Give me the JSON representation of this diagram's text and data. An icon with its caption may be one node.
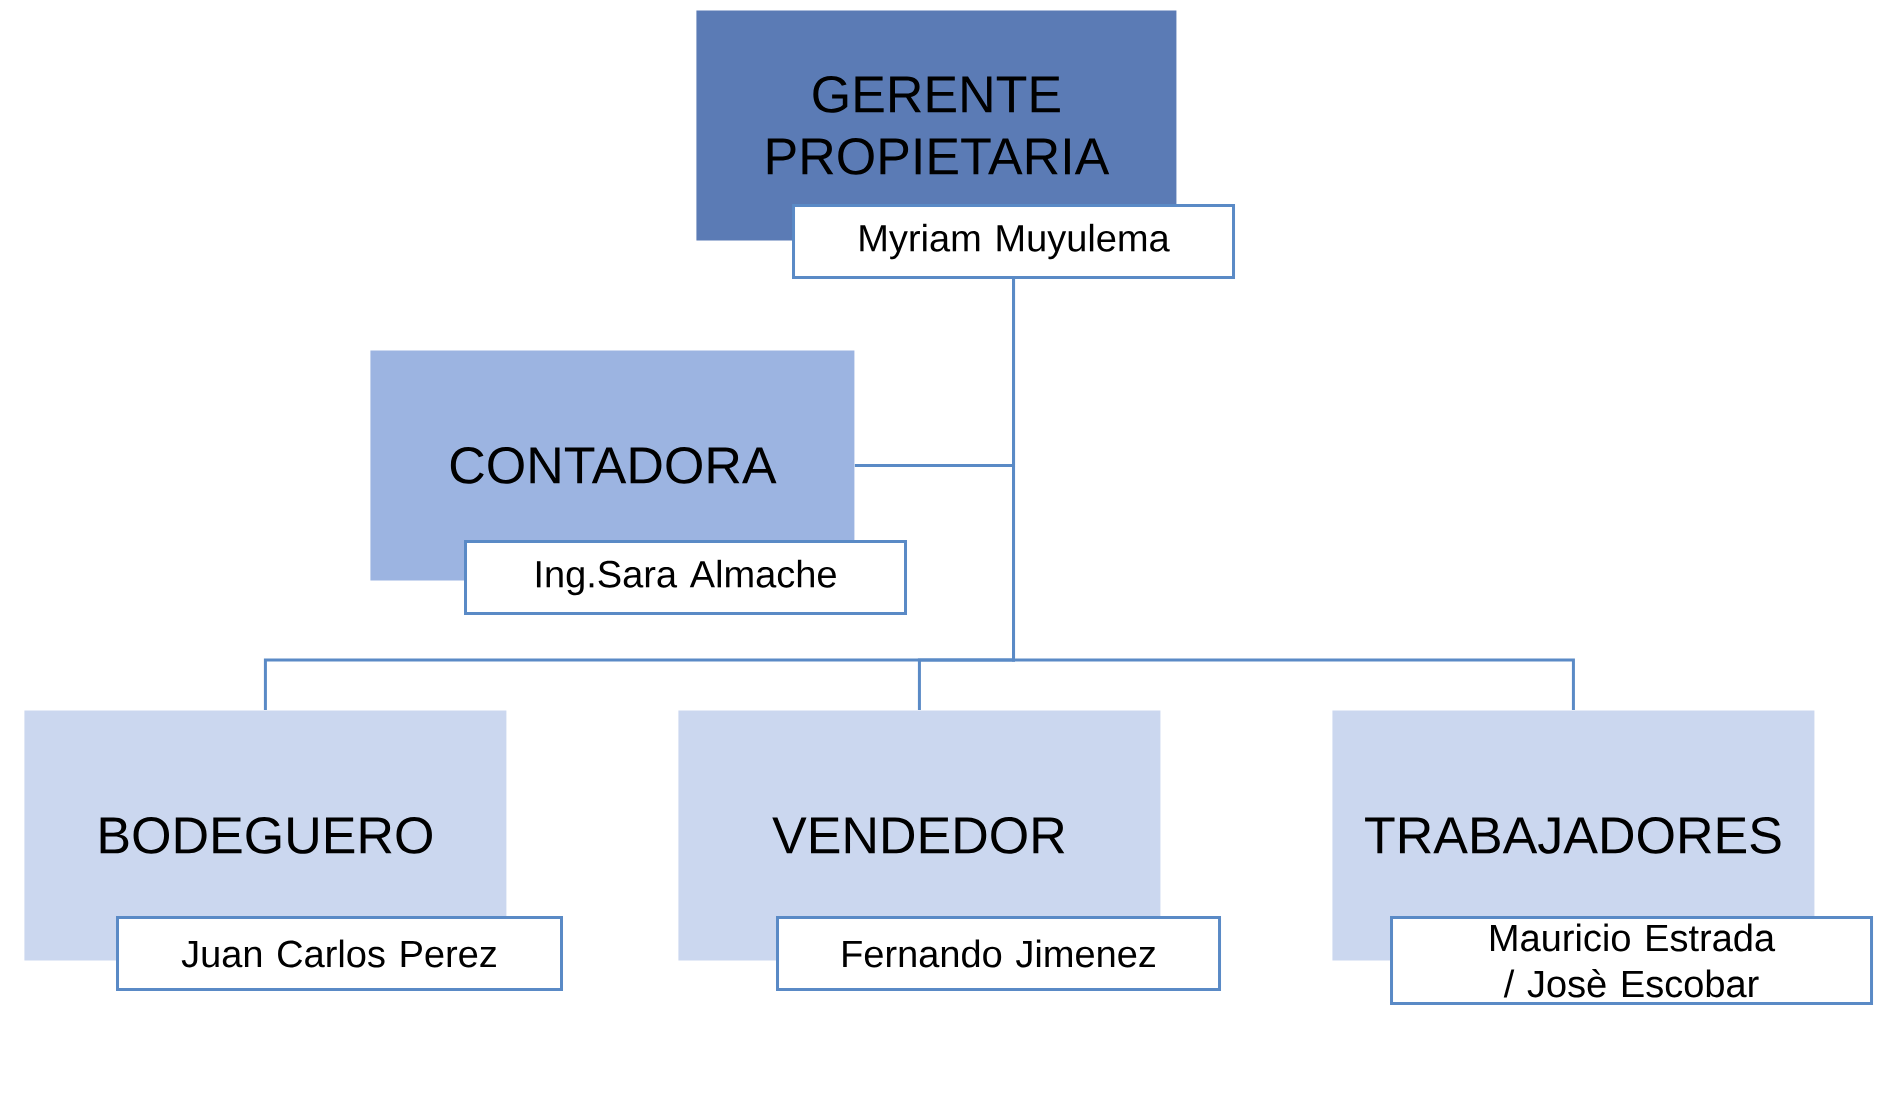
{
  "diagram": {
    "nodes": [
      {
        "text": [
          "GERENTE PROPIETARIA",
          "Myriam Muyulema"
        ]
      },
      {
        "text": [
          "CONTADORA",
          "Ing.Sara Almache"
        ]
      },
      {
        "text": [
          "BODEGUERO",
          "Juan Carlos Perez"
        ]
      },
      {
        "text": [
          "VENDEDOR",
          "Fernando Jimenez"
        ]
      },
      {
        "text": [
          "TRABAJADORES",
          "Mauricio Estrada / Josè Escobar"
        ]
      }
    ],
    "edges": [
      {
        "from": 0,
        "to": 1,
        "arrow": "none"
      },
      {
        "from": 0,
        "to": 2,
        "arrow": "none"
      },
      {
        "from": 0,
        "to": 3,
        "arrow": "none"
      },
      {
        "from": 0,
        "to": 4,
        "arrow": "none"
      }
    ]
  }
}
